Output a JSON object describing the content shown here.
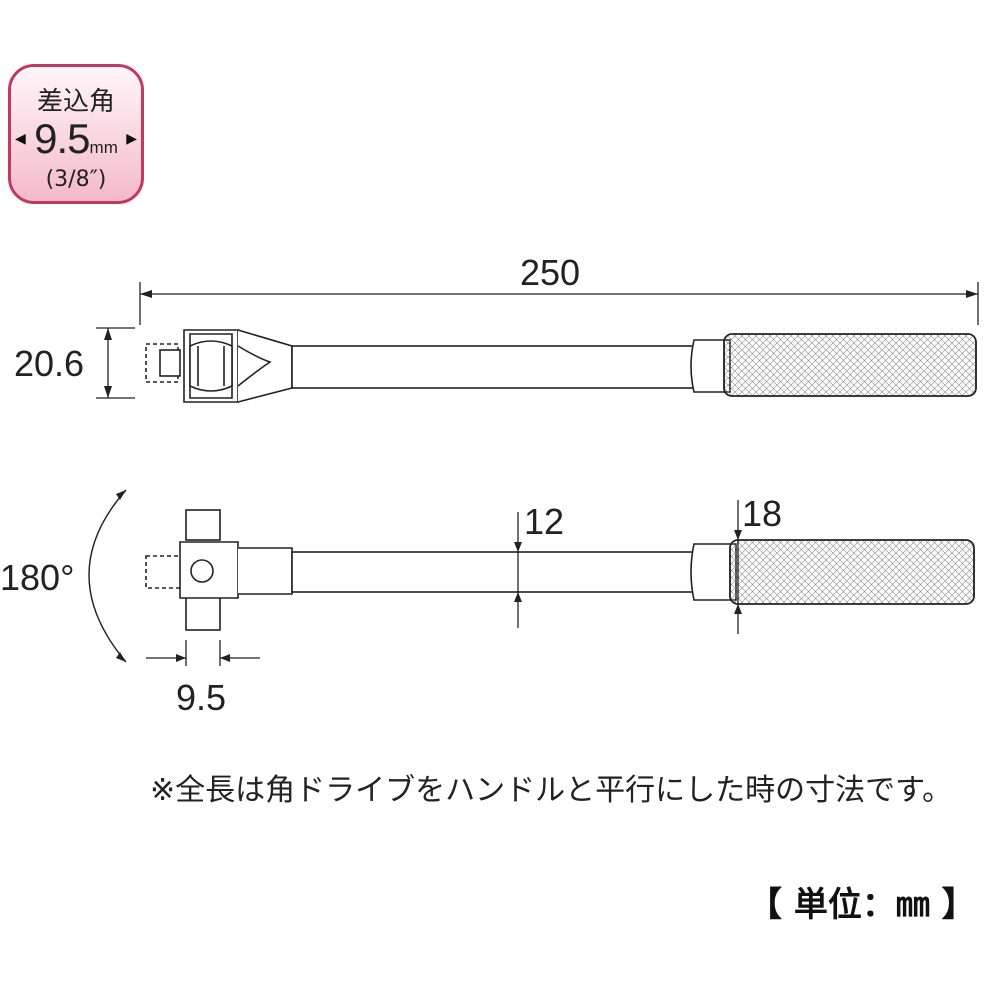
{
  "badge": {
    "line1": "差込角",
    "value": "9.5",
    "unit": "mm",
    "line3": "(3/8″)",
    "border_color": "#c13a5e",
    "fill_color": "#f4b9cb"
  },
  "dimensions": {
    "overall_length": "250",
    "head_height": "20.6",
    "shaft_diameter": "12",
    "grip_diameter": "18",
    "swivel_angle": "180°",
    "drive_width": "9.5"
  },
  "note": "※全長は角ドライブをハンドルと平行にした時の寸法です。",
  "unit_label": "【 単位：㎜ 】"
}
